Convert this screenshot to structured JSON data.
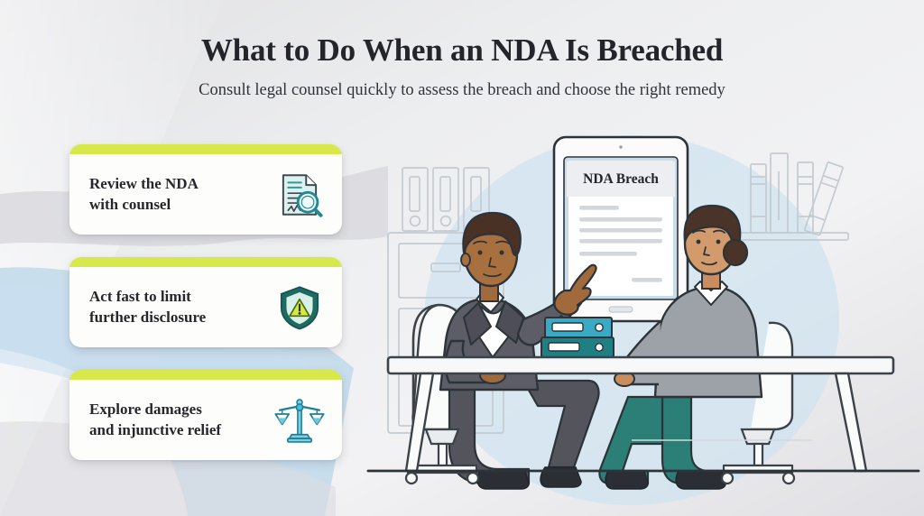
{
  "header": {
    "title": "What to Do When an NDA Is Breached",
    "subtitle": "Consult legal counsel quickly to assess the breach and choose the right remedy"
  },
  "cards": [
    {
      "text": "Review the NDA\nwith counsel",
      "icon": "document-magnifier-icon",
      "accent_color": "#d6e84a"
    },
    {
      "text": "Act fast to limit\nfurther disclosure",
      "icon": "shield-warning-icon",
      "accent_color": "#d6e84a"
    },
    {
      "text": "Explore damages\nand injunctive relief",
      "icon": "scales-of-justice-icon",
      "accent_color": "#d6e84a"
    }
  ],
  "illustration": {
    "tablet": {
      "document_title": "NDA Breach"
    },
    "scene_items": [
      "filing-cabinet",
      "binders-on-cabinet",
      "bookshelf",
      "desk",
      "office-chair-left",
      "office-chair-right",
      "man-pointing",
      "woman-seated",
      "stacked-binders-on-desk",
      "tablet"
    ]
  },
  "colors": {
    "accent_lime": "#d6e84a",
    "teal_dark": "#1f6b6b",
    "teal_mid": "#3aa9c4",
    "light_blue_circle": "#cfe3ef",
    "background_band": "#b6d4e8",
    "title_color": "#24242b",
    "card_bg": "#fdfdfc",
    "suit_gray": "#56565e",
    "pants_teal": "#2c7f77"
  }
}
